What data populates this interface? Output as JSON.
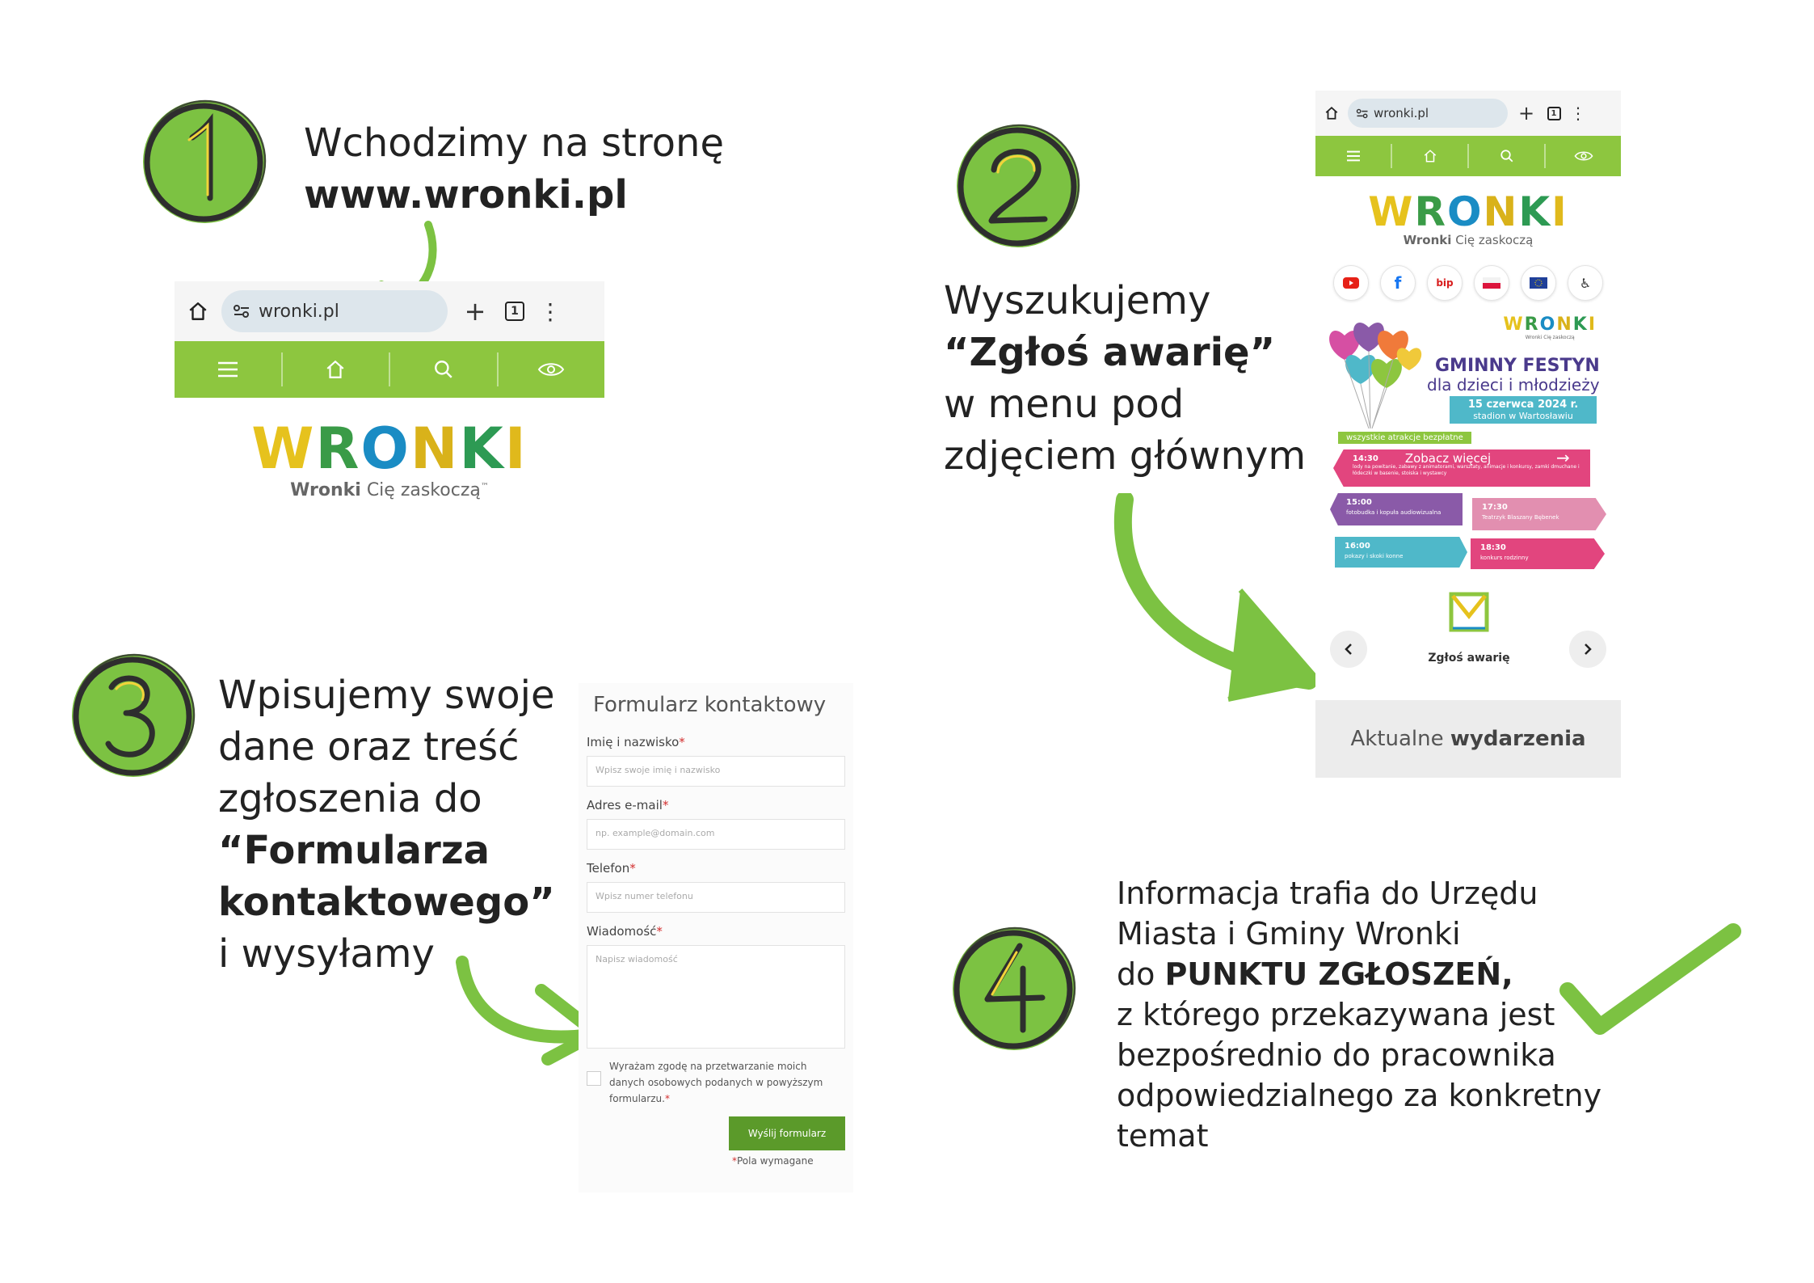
{
  "colors": {
    "brand_green": "#8dc63f",
    "badge_green": "#7cc242",
    "badge_ink": "#2e2e2e"
  },
  "step1": {
    "number": "1",
    "text_line1": "Wchodzimy na stronę",
    "text_line2": "www.wronki.pl",
    "browser": {
      "url": "wronki.pl",
      "tab_count": "1",
      "logo_text": "WRONKI",
      "tagline_bold": "Wronki",
      "tagline_rest": "Cię zaskoczą",
      "tagline_mark": "™",
      "icons": [
        "home-icon",
        "site-settings-icon",
        "plus-icon",
        "tabs-icon",
        "more-icon",
        "menu-icon",
        "home-icon",
        "search-icon",
        "eye-icon"
      ]
    }
  },
  "step2": {
    "number": "2",
    "text_line1": "Wyszukujemy",
    "text_line2": "“Zgłoś awarię”",
    "text_line3": "w menu pod",
    "text_line4": "zdjęciem głównym",
    "phone": {
      "url": "wronki.pl",
      "tab_count": "1",
      "logo_text": "WRONKI",
      "tagline_bold": "Wronki",
      "tagline_rest": "Cię zaskoczą",
      "social": [
        "youtube-icon",
        "facebook-icon",
        "bip-icon",
        "poland-flag-icon",
        "eu-flag-icon",
        "accessibility-icon"
      ],
      "bip_label": "bip",
      "banner": {
        "logo_small": "WRONKI",
        "logo_small_tag": "Wronki Cię zaskoczą",
        "title_line1": "GMINNY FESTYN",
        "title_line2": "dla dzieci i młodzieży",
        "date": "15 czerwca 2024 r.",
        "place": "stadion w Wartosławiu",
        "free": "wszystkie atrakcje bezpłatne",
        "cta": "Zobacz więcej",
        "events": [
          {
            "time": "14:30",
            "desc": "lody na powitanie, zabawy z animatorami, warsztaty, animacje i konkursy, zamki dmuchane i łódeczki w basenie, stoiska i wystawcy",
            "color": "#e2457e"
          },
          {
            "time": "15:00",
            "desc": "fotobudka i kopuła audiowizualna",
            "color": "#8a5aa8"
          },
          {
            "time": "17:30",
            "desc": "Teatrzyk Blaszany Bębenek",
            "color": "#e28fb0"
          },
          {
            "time": "16:00",
            "desc": "pokazy i skoki konne",
            "color": "#4fb8c9"
          },
          {
            "time": "18:30",
            "desc": "konkurs rodzinny",
            "color": "#e2457e"
          }
        ]
      },
      "quick_link_label": "Zgłoś awarię",
      "section_title_regular": "Aktualne",
      "section_title_bold": "wydarzenia"
    }
  },
  "step3": {
    "number": "3",
    "text_line1": "Wpisujemy swoje",
    "text_line2": "dane oraz treść",
    "text_line3": "zgłoszenia do",
    "text_line4": "“Formularza",
    "text_line5": "kontaktowego”",
    "text_line6": "i wysyłamy",
    "form": {
      "title": "Formularz kontaktowy",
      "fields": [
        {
          "label": "Imię i nazwisko",
          "placeholder": "Wpisz swoje imię i nazwisko"
        },
        {
          "label": "Adres e-mail",
          "placeholder": "np. example@domain.com"
        },
        {
          "label": "Telefon",
          "placeholder": "Wpisz numer telefonu"
        },
        {
          "label": "Wiadomość",
          "placeholder": "Napisz wiadomość"
        }
      ],
      "required_mark": "*",
      "consent": "Wyrażam zgodę na przetwarzanie moich danych osobowych podanych w powyższym formularzu.",
      "submit": "Wyślij formularz",
      "required_note": "Pola wymagane"
    }
  },
  "step4": {
    "number": "4",
    "text_line1": "Informacja trafia do Urzędu",
    "text_line2": "Miasta i Gminy Wronki",
    "text_line3_pre": "do ",
    "text_line3_bold": "PUNKTU ZGŁOSZEŃ,",
    "text_line4": "z którego przekazywana jest",
    "text_line5": "bezpośrednio do pracownika",
    "text_line6": "odpowiedzialnego za konkretny",
    "text_line7": "temat"
  }
}
